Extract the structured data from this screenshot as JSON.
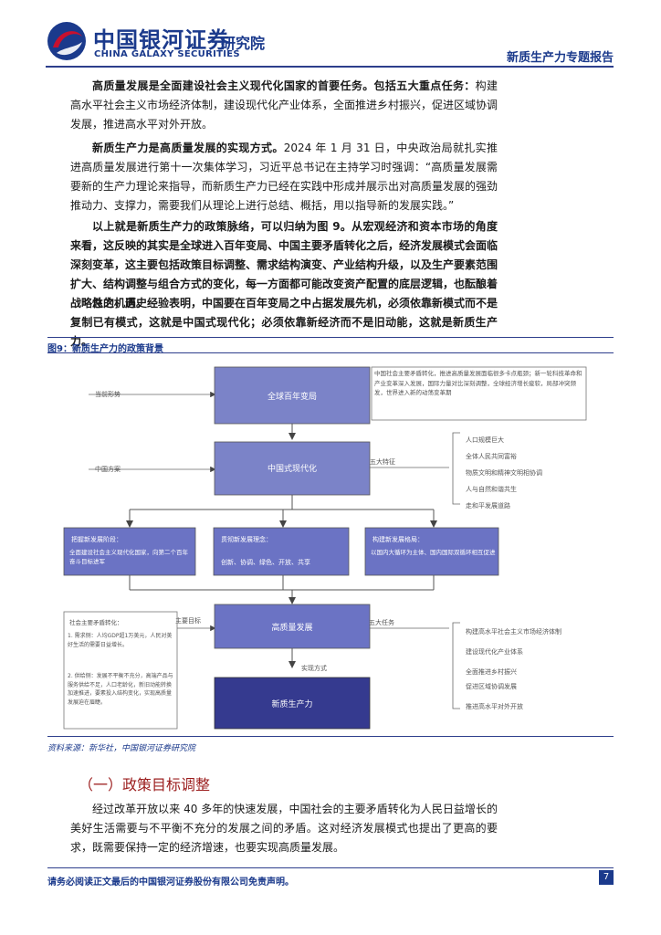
{
  "header": {
    "logo_cn": "中国银河证券",
    "logo_en": "CHINA GALAXY SECURITIES",
    "institute": "研究院",
    "report_title": "新质生产力专题报告"
  },
  "paragraphs": {
    "p1_bold": "高质量发展是全面建设社会主义现代化国家的首要任务。包括五大重点任务：",
    "p1_rest": "构建高水平社会主义市场经济体制，建设现代化产业体系，全面推进乡村振兴，促进区域协调发展，推进高水平对外开放。",
    "p2_bold": "新质生产力是高质量发展的实现方式。",
    "p2_rest": "2024 年 1 月 31 日，中央政治局就扎实推进高质量发展进行第十一次集体学习，习近平总书记在主持学习时强调：“高质量发展需要新的生产力理论来指导，而新质生产力已经在实践中形成并展示出对高质量发展的强劲推动力、支撑力，需要我们从理论上进行总结、概括，用以指导新的发展实践。”",
    "p3": "以上就是新质生产力的政策脉络，可以归纳为图 9。从宏观经济和资本市场的角度来看，这反映的其实是全球进入百年变局、中国主要矛盾转化之后，经济发展模式会面临深刻变革，这主要包括政策目标调整、需求结构演变、产业结构升级，以及生产要素范围扩大、结构调整与组合方式的变化，每一方面都可能改变资产配置的底层逻辑，也酝酿着战略性的机遇。",
    "p4": "总之，历史经验表明，中国要在百年变局之中占据发展先机，必须依靠新模式而不是复制已有模式，这就是中国式现代化；必须依靠新经济而不是旧动能，这就是新质生产力。",
    "p5": "经过改革开放以来 40 多年的快速发展，中国社会的主要矛盾转化为人民日益增长的美好生活需要与不平衡不充分的发展之间的矛盾。这对经济发展模式也提出了更高的要求，既需要保持一定的经济增速，也要实现高质量发展。"
  },
  "figure": {
    "title": "图9：新质生产力的政策背景",
    "source": "资料来源：新华社，中国银河证券研究院",
    "labels": {
      "dangqian_xingshi": "当前形势",
      "zhongguo_fangan": "中国方案",
      "zhuyao_maodun": "社会主要矛盾转化：",
      "zhuyao_mubiao": "主要目标",
      "shixian_fangshi": "实现方式",
      "wuda_tezheng": "五大特征",
      "wuda_renwu": "五大任务"
    },
    "boxes": {
      "quanqiu": "全球百年变局",
      "shixiandaihua": "中国式现代化",
      "gaozhiliang": "高质量发展",
      "xinzhi": "新质生产力",
      "xinfazhan_title": "把握新发展阶段：",
      "xinfazhan_body": "全面建设社会主义现代化国家，向第二个百年奋斗目标进军",
      "linian_title": "贯彻新发展理念：",
      "linian_body": "创新、协调、绿色、开放、共享",
      "geju_title": "构建新发展格局：",
      "geju_body": "以国内大循环为主体、国内国际双循环相互促进"
    },
    "bianju_text": "中国社会主要矛盾转化，推进高质量发展面临很多卡点瓶颈；新一轮科技革命和产业变革深入发展，国际力量对比深刻调整，全球经济增长疲软，局部冲突频发，世界进入新的动荡变革期",
    "tezheng": [
      "人口规模巨大",
      "全体人民共同富裕",
      "物质文明和精神文明相协调",
      "人与自然和谐共生",
      "走和平发展道路"
    ],
    "maodun_1": "1. 需求侧：人均GDP超1万美元，人民对美好生活的需要日益增长。",
    "maodun_2": "2. 供给侧：发展不平衡不充分，高端产品与服务供给不足，人口老龄化，新旧动能转换加速推进，要素投入结构变化，实现高质量发展迫在眉睫。",
    "renwu": [
      "构建高水平社会主义市场经济体制",
      "建设现代化产业体系",
      "全面推进乡村振兴",
      "促进区域协调发展",
      "推进高水平对外开放"
    ]
  },
  "section": {
    "heading": "（一）政策目标调整"
  },
  "footer": {
    "disclaimer": "请务必阅读正文最后的中国银河证券股份有限公司免责声明。",
    "page": "7"
  },
  "colors": {
    "brand_blue": "#1b3a8c",
    "brand_red": "#c8102e",
    "box_light": "#7b83c8",
    "box_mid": "#6b73c4",
    "box_dark": "#353a8f",
    "section_red": "#9b1c1c"
  }
}
